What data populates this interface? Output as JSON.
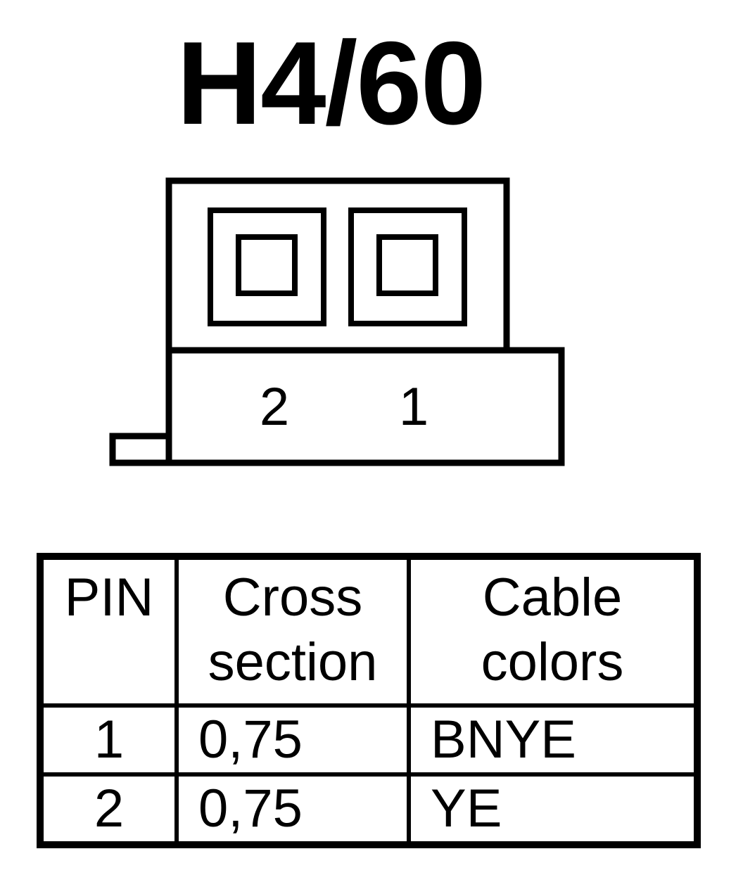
{
  "title": "H4/60",
  "connector": {
    "pin_labels": [
      "2",
      "1"
    ]
  },
  "table": {
    "headers": {
      "pin": "PIN",
      "cross_section_line1": "Cross",
      "cross_section_line2": "section",
      "cable_colors_line1": "Cable",
      "cable_colors_line2": "colors"
    },
    "rows": [
      {
        "pin": "1",
        "cross_section": "0,75",
        "cable_color": "BNYE"
      },
      {
        "pin": "2",
        "cross_section": "0,75",
        "cable_color": "YE"
      }
    ]
  },
  "colors": {
    "line": "#000000",
    "background": "#ffffff"
  }
}
